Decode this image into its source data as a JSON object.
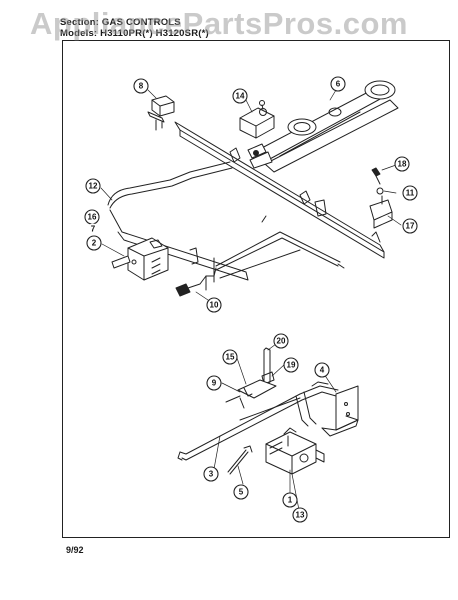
{
  "header": {
    "section_line": "Section: GAS CONTROLS",
    "models_line": "Models: H3110PR(*)  H3120SR(*)"
  },
  "watermark": "AppliancePartsPros.com",
  "footer": {
    "date_code": "9/92"
  },
  "callouts": [
    "8",
    "14",
    "6",
    "18",
    "11",
    "17",
    "12",
    "16",
    "7",
    "2",
    "10",
    "20",
    "15",
    "19",
    "9",
    "4",
    "3",
    "5",
    "1",
    "13"
  ],
  "colors": {
    "ink": "#222222",
    "watermark": "#969696",
    "background": "#ffffff"
  }
}
